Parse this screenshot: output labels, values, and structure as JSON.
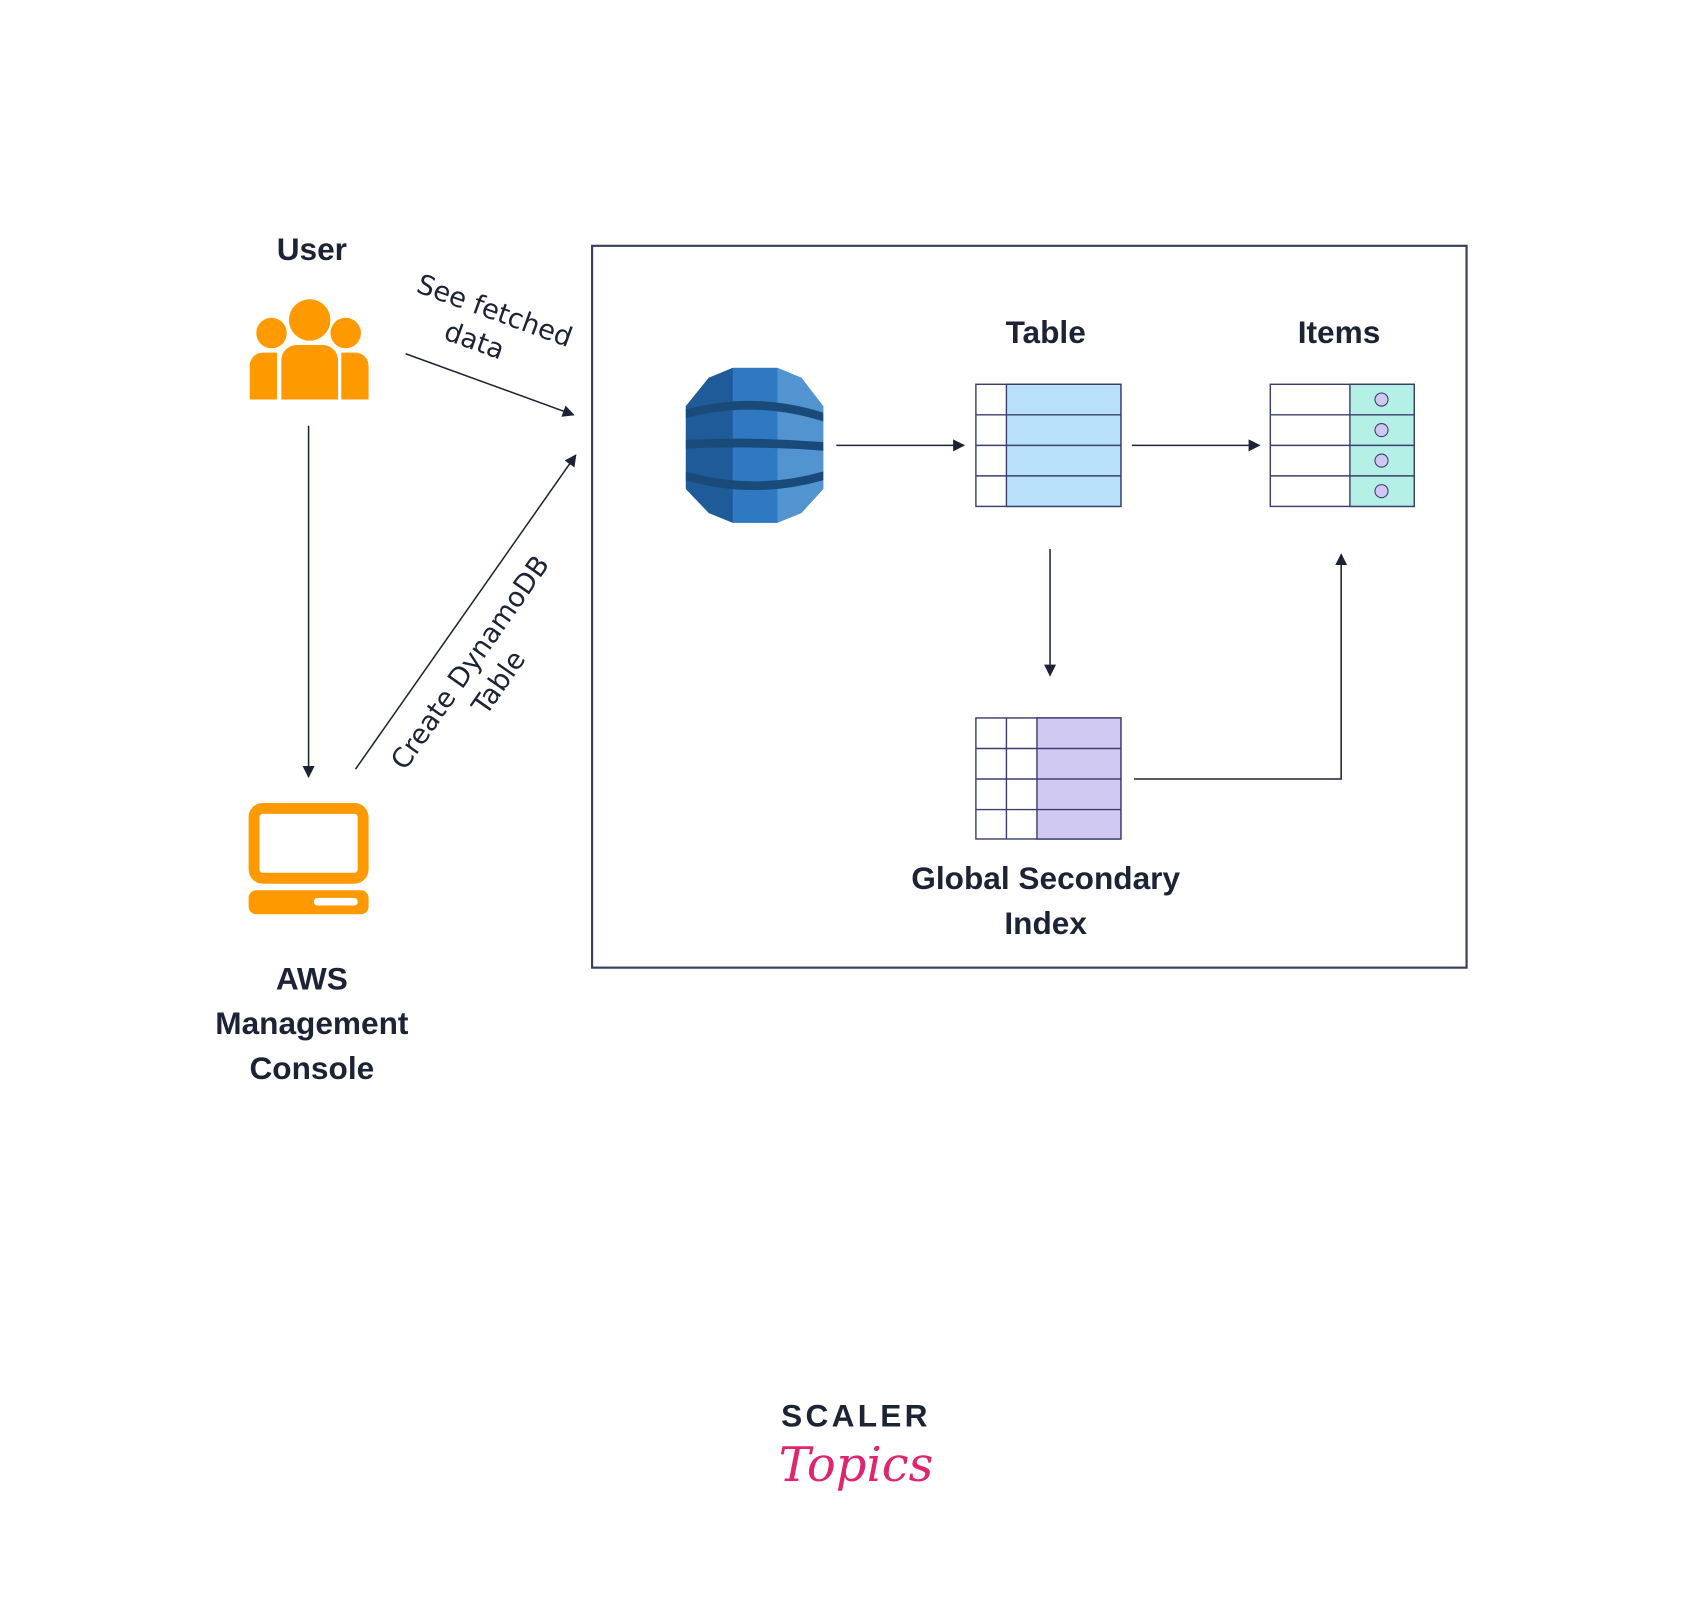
{
  "nodes": {
    "user": {
      "label": "User",
      "icon": "users-icon"
    },
    "console": {
      "label_lines": [
        "AWS",
        "Management",
        "Console"
      ],
      "icon": "computer-icon"
    },
    "dynamodb": {
      "icon": "dynamodb-icon"
    },
    "table": {
      "label": "Table"
    },
    "items": {
      "label": "Items"
    },
    "gsi": {
      "label_lines": [
        "Global Secondary",
        "Index"
      ]
    }
  },
  "edges": {
    "see_fetched": {
      "label_lines": [
        "See fetched",
        "data"
      ]
    },
    "create_table": {
      "label_lines": [
        "Create DynamoDB",
        "Table"
      ]
    }
  },
  "colors": {
    "icon_orange": "#ff9900",
    "dynamodb_blue": "#2e73b8",
    "table_fill": "#b8e0fb",
    "items_fill": "#b5f0e6",
    "gsi_fill": "#d0caf3",
    "line": "#1b2335",
    "brand_pink": "#e0246e"
  },
  "logo": {
    "line1": "SCALER",
    "line2": "Topics"
  }
}
